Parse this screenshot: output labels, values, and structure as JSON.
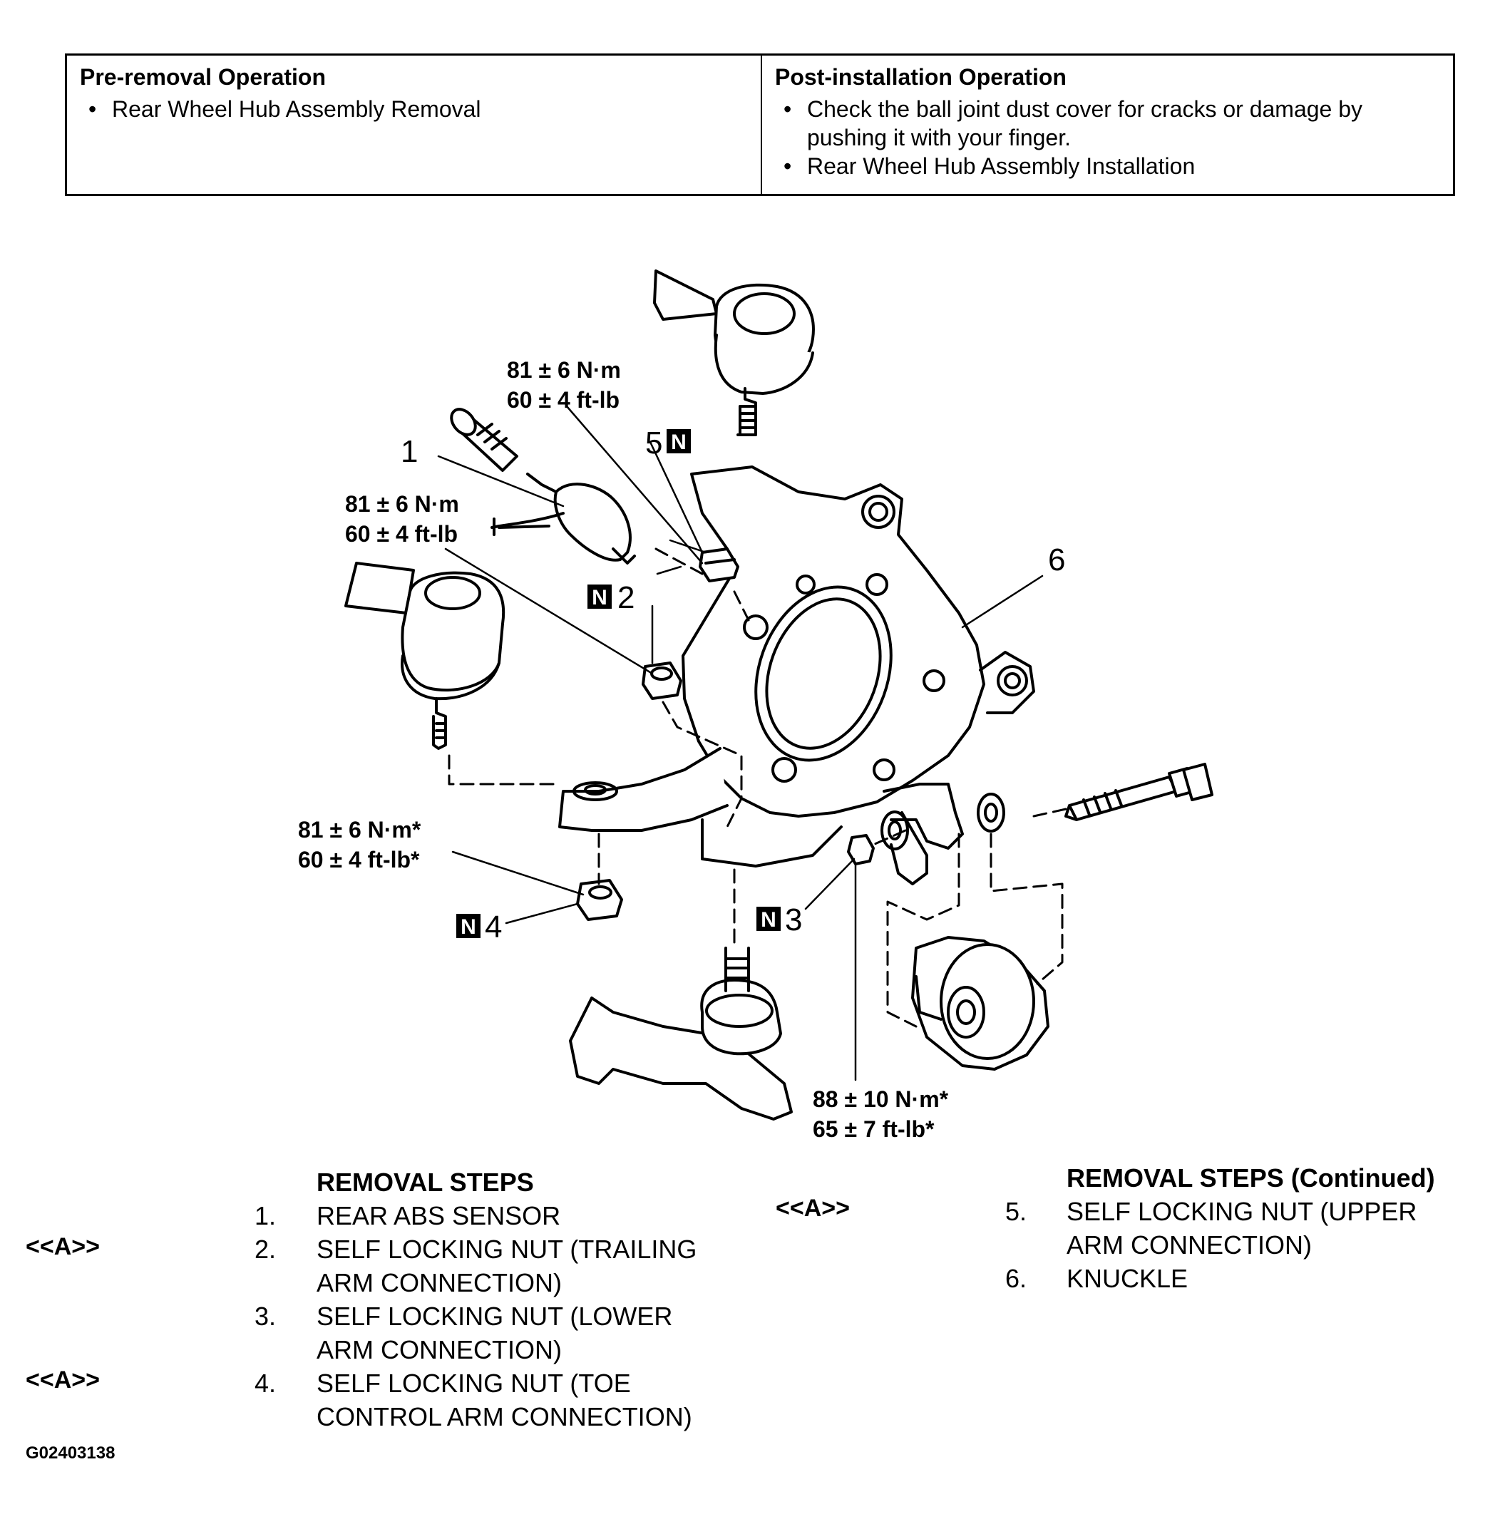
{
  "table": {
    "pre_header": "Pre-removal Operation",
    "pre_items": [
      "Rear Wheel Hub Assembly Removal"
    ],
    "post_header": "Post-installation Operation",
    "post_items": [
      "Check the ball joint dust cover for cracks or damage by pushing it with your finger.",
      "Rear Wheel Hub Assembly Installation"
    ]
  },
  "callouts": {
    "torque_top_1": "81 ± 6 N·m",
    "torque_top_2": "60 ± 4 ft-lb",
    "torque_mid_1": "81 ± 6 N·m",
    "torque_mid_2": "60 ± 4 ft-lb",
    "torque_low_1": "81 ± 6 N·m*",
    "torque_low_2": "60 ± 4 ft-lb*",
    "torque_bottom_1": "88 ± 10 N·m*",
    "torque_bottom_2": "65 ± 7 ft-lb*",
    "n_badge": "N",
    "num1": "1",
    "num2": "2",
    "num3": "3",
    "num4": "4",
    "num5": "5",
    "num6": "6"
  },
  "steps_left": {
    "title": "REMOVAL STEPS",
    "items": [
      {
        "ref": "",
        "num": "1.",
        "line1": "REAR ABS SENSOR",
        "line2": ""
      },
      {
        "ref": "<<A>>",
        "num": "2.",
        "line1": "SELF LOCKING NUT (TRAILING",
        "line2": "ARM CONNECTION)"
      },
      {
        "ref": "",
        "num": "3.",
        "line1": "SELF LOCKING NUT (LOWER",
        "line2": "ARM CONNECTION)"
      },
      {
        "ref": "<<A>>",
        "num": "4.",
        "line1": "SELF LOCKING NUT (TOE",
        "line2": "CONTROL ARM CONNECTION)"
      }
    ]
  },
  "steps_right": {
    "title": "REMOVAL STEPS (Continued)",
    "items": [
      {
        "ref": "<<A>>",
        "num": "5.",
        "line1": "SELF LOCKING NUT (UPPER",
        "line2": "ARM CONNECTION)"
      },
      {
        "ref": "",
        "num": "6.",
        "line1": "KNUCKLE",
        "line2": ""
      }
    ]
  },
  "figure_code": "G02403138"
}
